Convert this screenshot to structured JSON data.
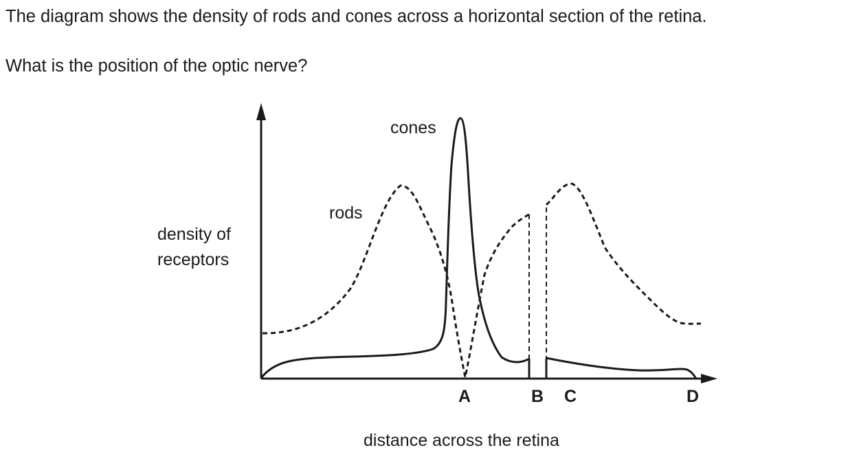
{
  "question": {
    "line1": "The diagram shows the density of rods and cones across a horizontal section of the retina.",
    "line2": "What is the position of the optic nerve?"
  },
  "diagram": {
    "y_axis_label_line1": "density of",
    "y_axis_label_line2": "receptors",
    "x_axis_label": "distance across the retina",
    "curve_labels": {
      "cones": "cones",
      "rods": "rods"
    },
    "position_labels": [
      "A",
      "B",
      "C",
      "D"
    ],
    "colors": {
      "ink": "#1a1a1a",
      "background": "#ffffff"
    }
  }
}
